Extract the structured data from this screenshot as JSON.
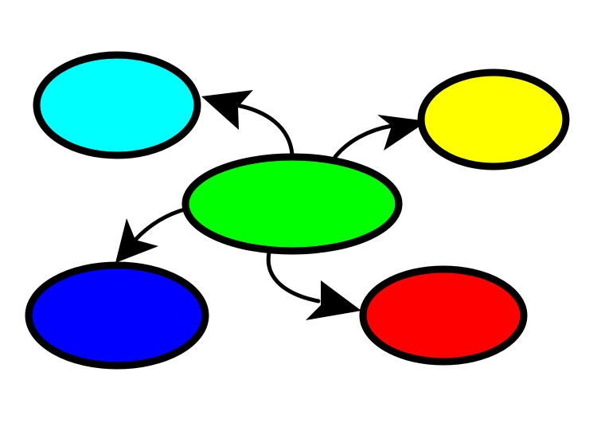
{
  "diagram": {
    "type": "radial-node-diagram",
    "background": "#ffffff",
    "outline_color": "#000000",
    "nodes": [
      {
        "id": "center",
        "role": "hub",
        "color": "#00ff00"
      },
      {
        "id": "top-left",
        "role": "spoke",
        "color": "#00ffff"
      },
      {
        "id": "top-right",
        "role": "spoke",
        "color": "#ffff00"
      },
      {
        "id": "bottom-left",
        "role": "spoke",
        "color": "#0000ff"
      },
      {
        "id": "bottom-right",
        "role": "spoke",
        "color": "#ff0000"
      }
    ],
    "edges": [
      {
        "from": "center",
        "to": "top-left",
        "arrowhead": "end"
      },
      {
        "from": "center",
        "to": "top-right",
        "arrowhead": "end"
      },
      {
        "from": "center",
        "to": "bottom-left",
        "arrowhead": "end"
      },
      {
        "from": "center",
        "to": "bottom-right",
        "arrowhead": "end"
      }
    ]
  }
}
